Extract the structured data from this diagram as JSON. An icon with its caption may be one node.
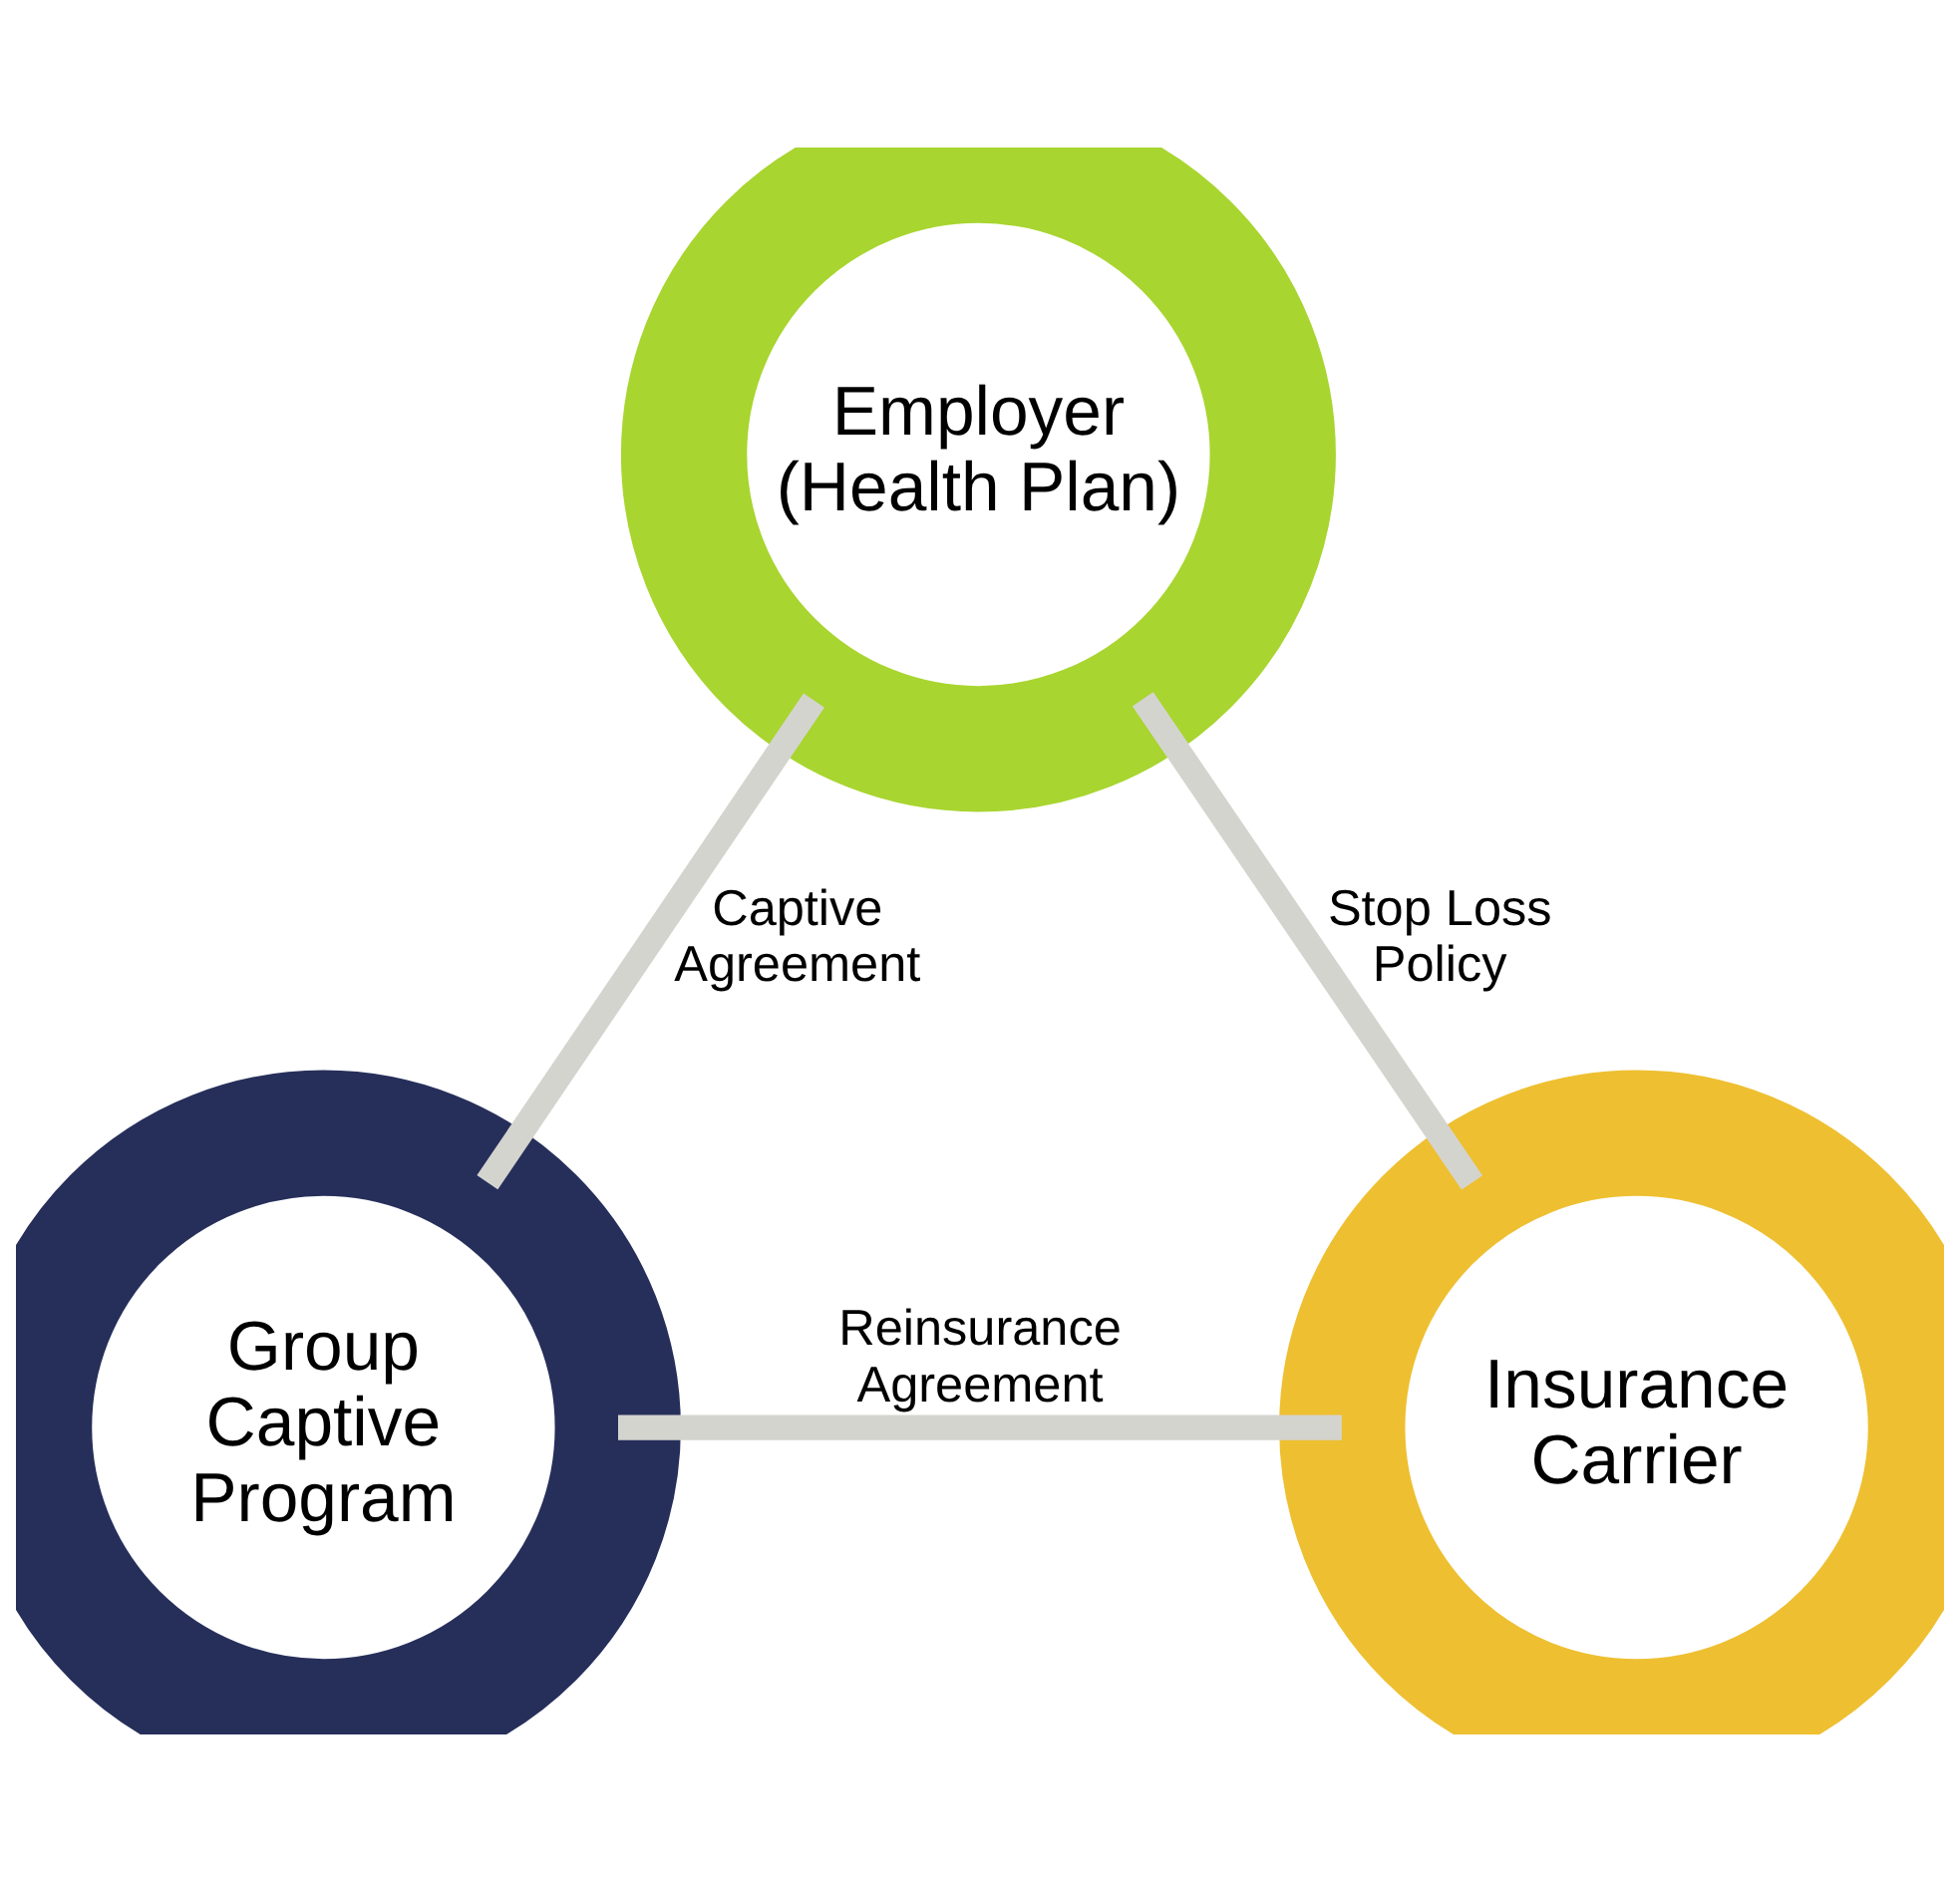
{
  "diagram": {
    "nodes": [
      {
        "text": [
          "Employer",
          "(Health Plan)"
        ]
      },
      {
        "text": [
          "Group Captive Program"
        ]
      },
      {
        "text": [
          "Insurance Carrier"
        ]
      }
    ],
    "edges": [
      {
        "from": 0,
        "to": 1,
        "arrow": "none",
        "label": "Captive Agreement"
      },
      {
        "from": 0,
        "to": 2,
        "arrow": "none",
        "label": "Stop Loss Policy"
      },
      {
        "from": 1,
        "to": 2,
        "arrow": "none",
        "label": "Reinsurance Agreement"
      }
    ]
  }
}
